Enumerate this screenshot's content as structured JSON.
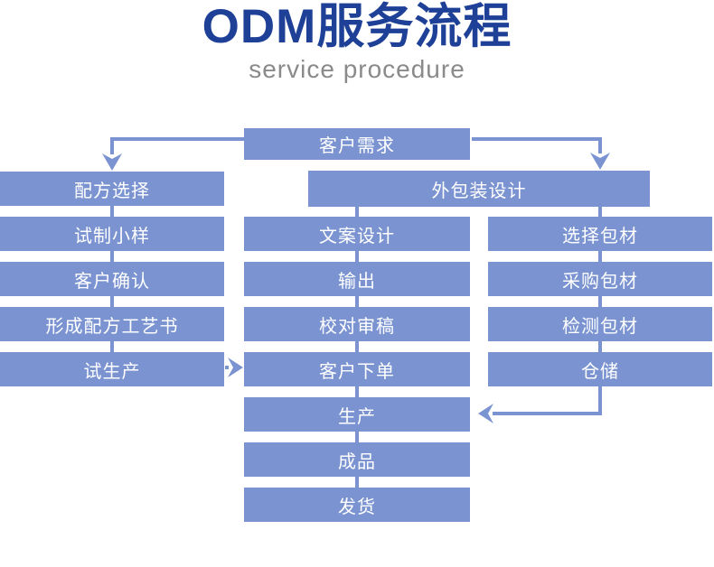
{
  "header": {
    "title": "ODM服务流程",
    "subtitle": "service procedure"
  },
  "colors": {
    "box-fill": "#7B94D1",
    "connector": "#7B94D1",
    "title-color": "#1E4097",
    "subtitle-color": "#8A8A8A",
    "box-text": "#FFFFFF"
  },
  "flowchart": {
    "top_box": "客户需求",
    "packaging_box": "外包装设计",
    "left_column": [
      "配方选择",
      "试制小样",
      "客户确认",
      "形成配方工艺书",
      "试生产"
    ],
    "middle_column": [
      "文案设计",
      "输出",
      "校对审稿",
      "客户下单",
      "生产",
      "成品",
      "发货"
    ],
    "right_column": [
      "选择包材",
      "采购包材",
      "检测包材",
      "仓储"
    ]
  }
}
